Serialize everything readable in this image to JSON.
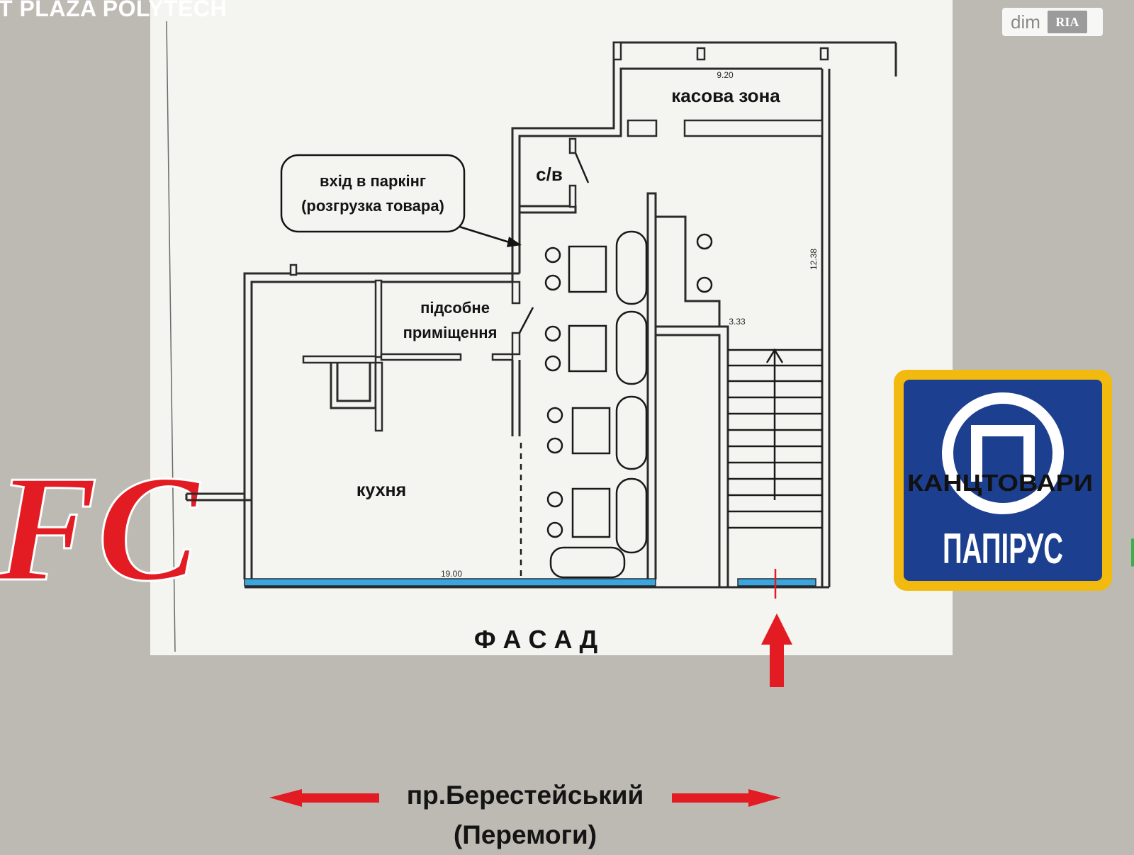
{
  "header": {
    "title": "T PLAZA POLYTECH"
  },
  "watermark": {
    "text": "dim",
    "badge": "RIA"
  },
  "plan": {
    "rooms": {
      "cashier": "касова зона",
      "wc": "с/в",
      "utility_line1": "підсобне",
      "utility_line2": "приміщення",
      "kitchen": "кухня"
    },
    "parking_note": {
      "line1": "вхід в паркінг",
      "line2": "(розгрузка товара)"
    },
    "dimensions": {
      "top": "9.20",
      "right": "12.38",
      "stair": "3.33",
      "bottom": "19.00"
    },
    "facade_label": "Ф А С А Д"
  },
  "street": {
    "line1": "пр.Берестейський",
    "line2": "(Перемоги)"
  },
  "logos": {
    "left_brand": "FC",
    "right_brand_top": "КАНЦТОВАРИ",
    "right_brand_bottom": "ПАПІРУС"
  },
  "colors": {
    "background": "#bdbab4",
    "paper": "#f4f4f1",
    "facade_line": "#3aa6e0",
    "arrow_red": "#e31b23",
    "papirus_blue": "#1d3f8f",
    "papirus_yellow": "#f2b90f",
    "kfc_red": "#e31b23"
  }
}
